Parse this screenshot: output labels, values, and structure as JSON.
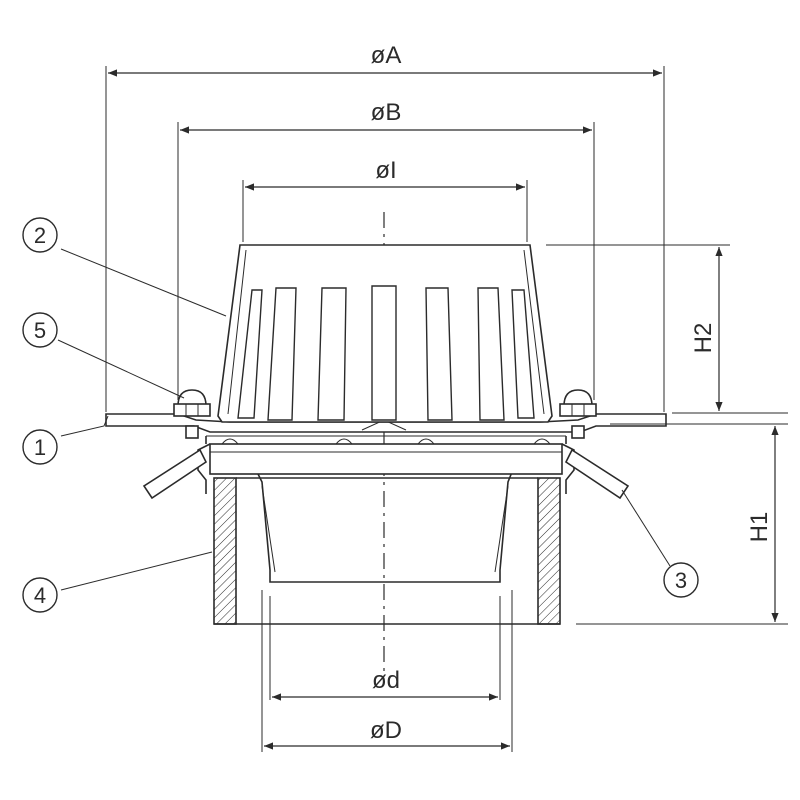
{
  "dimensions": {
    "A": "øA",
    "B": "øB",
    "I": "øI",
    "d": "ød",
    "D": "øD",
    "H1": "H1",
    "H2": "H2"
  },
  "parts": [
    {
      "number": "1",
      "icon": "flange-part"
    },
    {
      "number": "2",
      "icon": "gravel-guard-part"
    },
    {
      "number": "3",
      "icon": "clamp-ring-part"
    },
    {
      "number": "4",
      "icon": "outlet-pipe-part"
    },
    {
      "number": "5",
      "icon": "bolt-nut-part"
    }
  ],
  "colors": {
    "line": "#2b2b2b",
    "background": "#ffffff"
  }
}
